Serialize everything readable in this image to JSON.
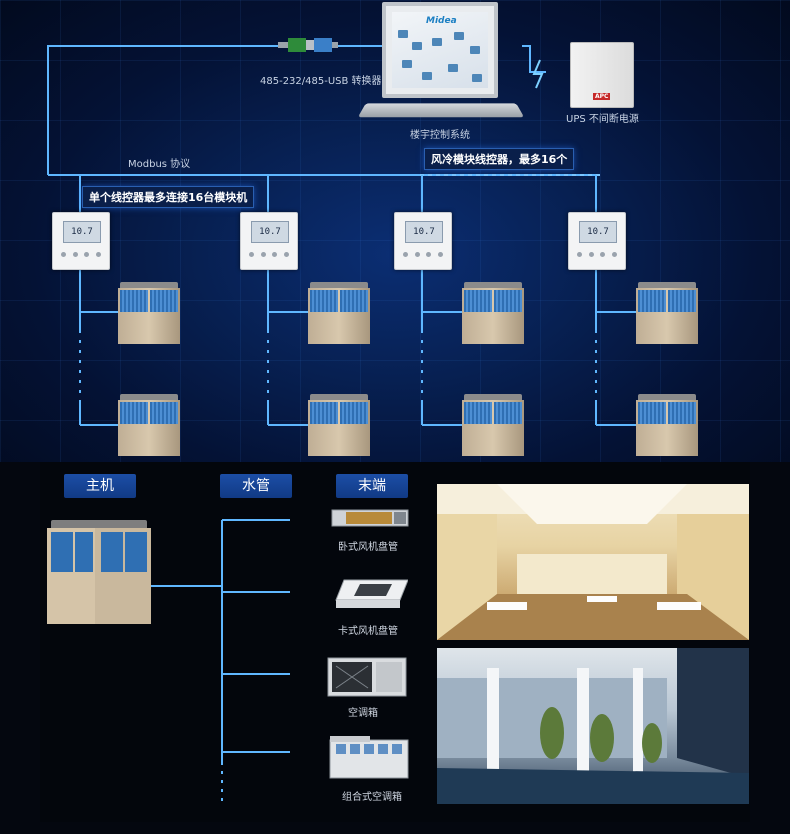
{
  "top_diagram": {
    "converter_label": "485-232/485-USB 转换器",
    "computer_label": "楼宇控制系统",
    "computer_logo": "Midea",
    "ups_label": "UPS 不间断电源",
    "ups_brand": "APC",
    "protocol_label": "Modbus 协议",
    "banner_left": "单个线控器最多连接16台模块机",
    "banner_right": "风冷模块线控器，最多16个",
    "controller_display": "10.7"
  },
  "bottom_section": {
    "host_header": "主机",
    "pipe_header": "水管",
    "terminal_header": "末端",
    "terminals": [
      {
        "label": "卧式风机盘管"
      },
      {
        "label": "卡式风机盘管"
      },
      {
        "label": "空调箱"
      },
      {
        "label": "组合式空调箱"
      }
    ]
  },
  "colors": {
    "wire": "#5fb7ff",
    "header_blue": "#1c4ea6",
    "background_top": "#072052"
  }
}
